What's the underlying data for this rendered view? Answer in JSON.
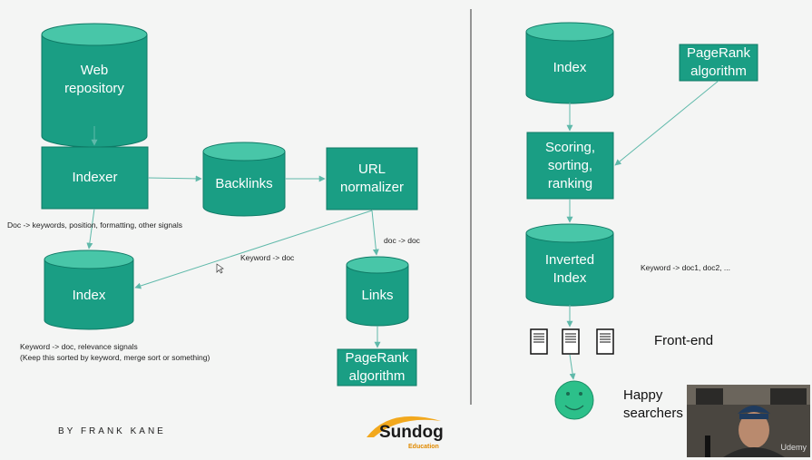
{
  "colors": {
    "node": "#1a9e84",
    "node_top": "#48c6a8",
    "node_stroke": "#0f7a66",
    "arrow": "#5fb9aa",
    "divider": "#555555"
  },
  "left": {
    "web_repository": "Web\nrepository",
    "indexer": "Indexer",
    "backlinks": "Backlinks",
    "url_normalizer": "URL\nnormalizer",
    "index": "Index",
    "links": "Links",
    "pagerank": "PageRank\nalgorithm",
    "note_indexer": "Doc -> keywords, position, formatting, other signals",
    "note_doc": "doc -> doc",
    "note_keyword": "Keyword -> doc",
    "note_index": "Keyword -> doc, relevance signals\n(Keep this sorted by keyword, merge sort or something)"
  },
  "right": {
    "index": "Index",
    "pagerank": "PageRank\nalgorithm",
    "scoring": "Scoring,\nsorting,\nranking",
    "inverted_index": "Inverted\nIndex",
    "note_inverted": "Keyword -> doc1, doc2, ...",
    "frontend": "Front-end",
    "happy": "Happy\nsearchers"
  },
  "footer": {
    "byline": "BY FRANK KANE",
    "logo_word": "Sundog",
    "logo_sub": "Education",
    "webcam_tag": "Udemy"
  }
}
